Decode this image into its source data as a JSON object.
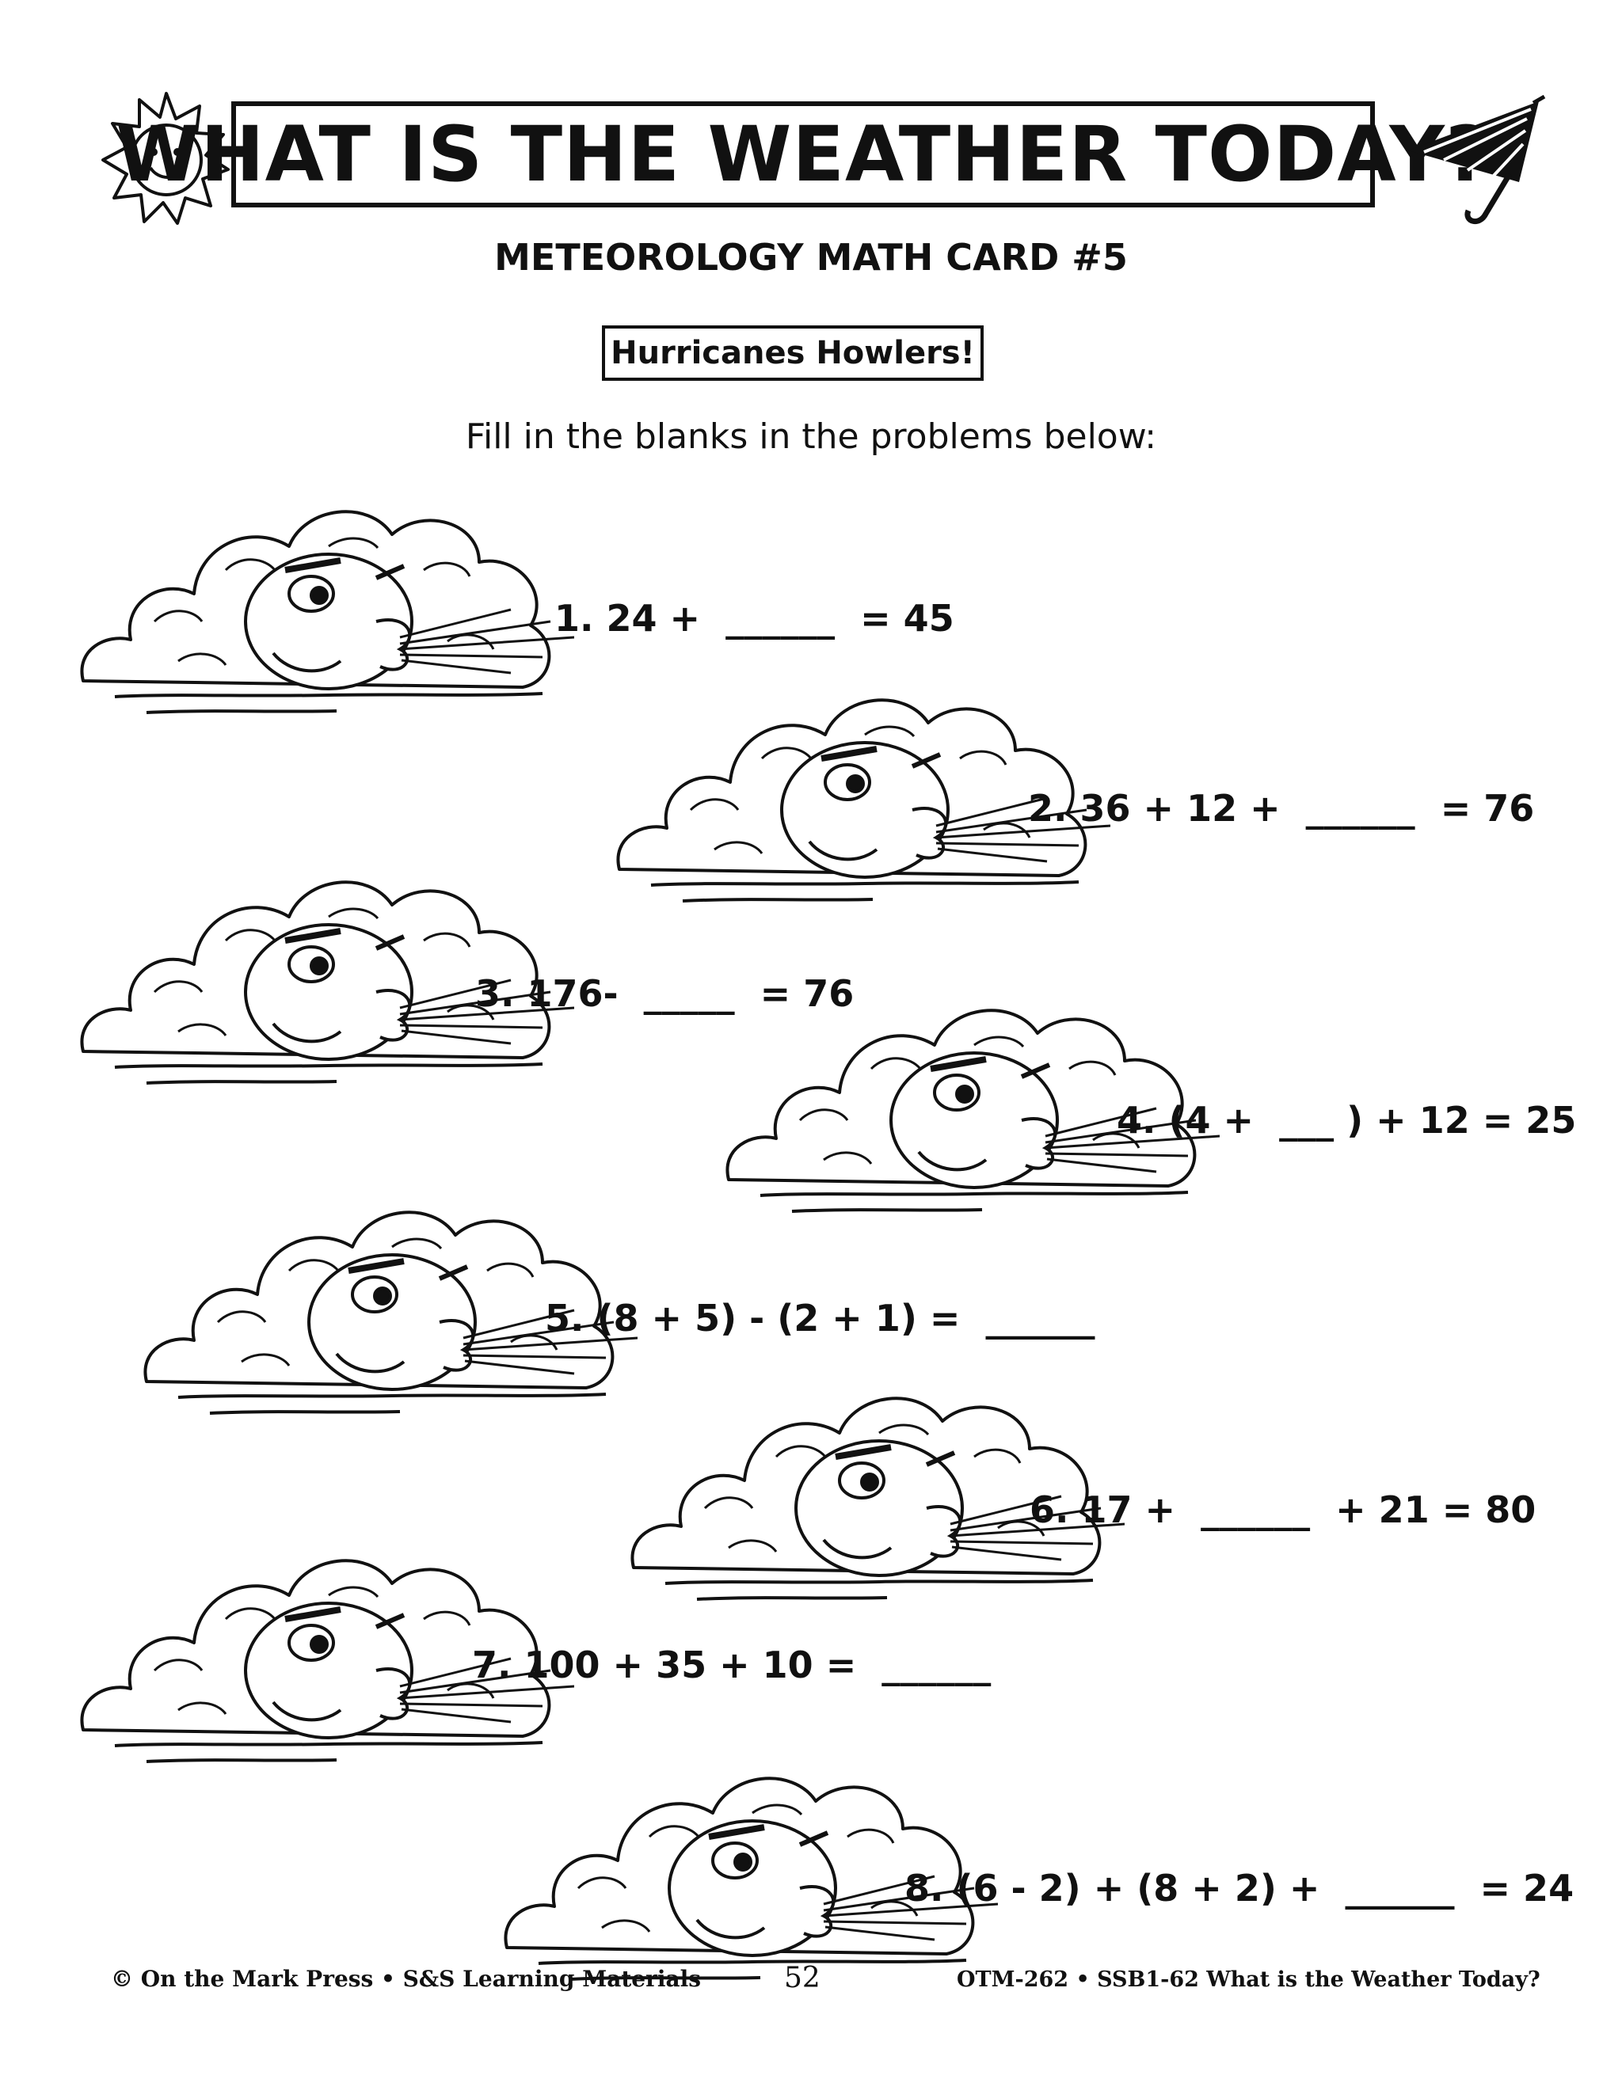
{
  "header": {
    "title": "WHAT IS THE WEATHER TODAY?",
    "subtitle": "METEOROLOGY MATH CARD #5",
    "section": "Hurricanes Howlers!",
    "instructions": "Fill in the blanks in the problems below:",
    "left_icon": "sun-icon",
    "right_icon": "umbrella-icon"
  },
  "problems": [
    {
      "text": "1. 24 +  ______  = 45"
    },
    {
      "text": "2. 36 + 12 +  ______  = 76"
    },
    {
      "text": "3. 176-  _____  = 76"
    },
    {
      "text": "4. (4 +  ___ ) + 12 = 25"
    },
    {
      "text": "5. (8 + 5) - (2 + 1) =  ______"
    },
    {
      "text": "6. 17 +  ______  + 21 = 80"
    },
    {
      "text": "7. 100 + 35 + 10 =  ______"
    },
    {
      "text": "8. (6 - 2) + (8 + 2) +  ______  = 24"
    }
  ],
  "illustration": "wind-blowing-cloud-icon",
  "footer": {
    "left": "© On the Mark Press • S&S Learning Materials",
    "page": "52",
    "right": "OTM-262 • SSB1-62 What is the Weather Today?"
  }
}
